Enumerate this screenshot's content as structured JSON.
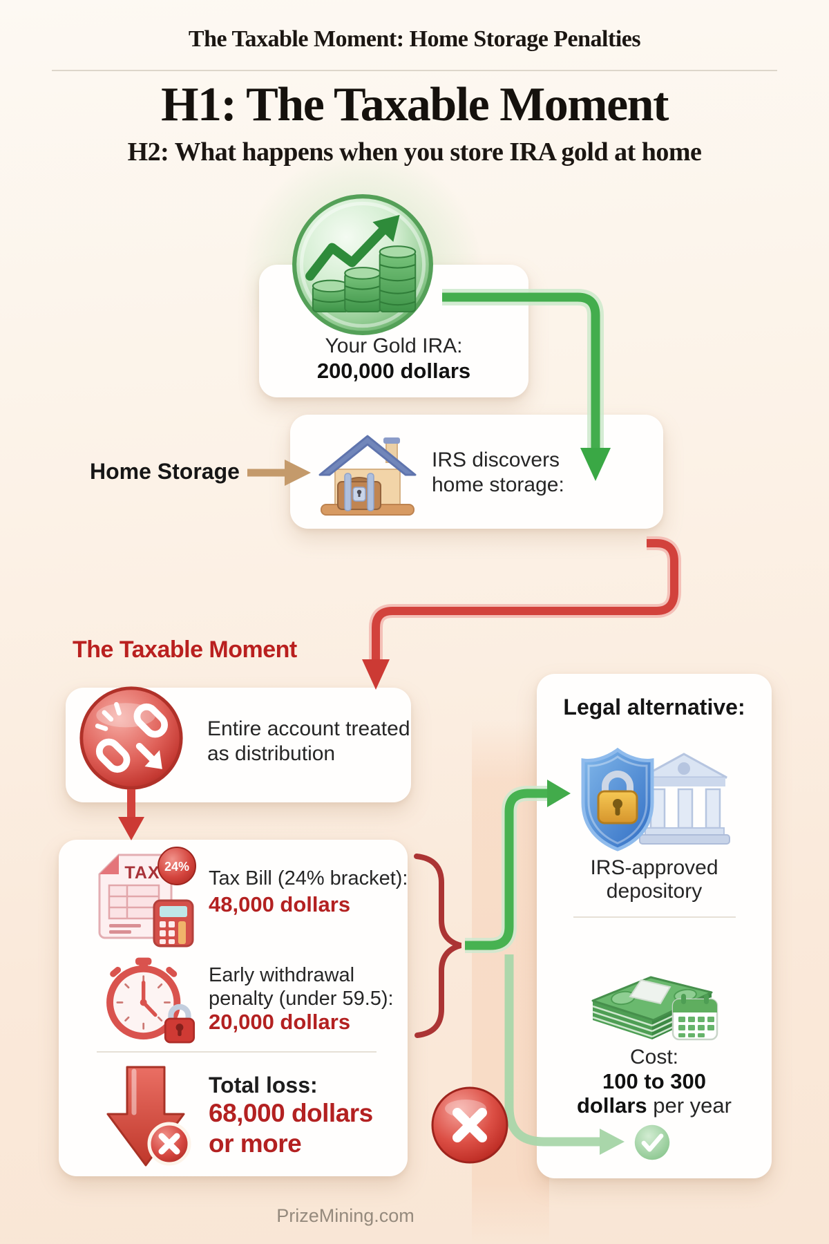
{
  "header": {
    "kicker": "The Taxable Moment: Home Storage Penalties",
    "h1": "H1: The Taxable Moment",
    "h2": "H2: What happens when you store IRA gold at home"
  },
  "flow": {
    "gold_ira_card": {
      "line1": "Your Gold IRA:",
      "line2": "200,000 dollars"
    },
    "home_storage_label": "Home Storage",
    "irs_card": {
      "line1": "IRS discovers",
      "line2": "home storage:"
    },
    "taxable_moment_label": "The Taxable Moment",
    "distribution_card": {
      "line1": "Entire account treated",
      "line2": "as distribution"
    },
    "tax_bill": {
      "doc_label": "TAX",
      "badge": "24%",
      "label": "Tax Bill (24% bracket):",
      "amount": "48,000 dollars"
    },
    "penalty": {
      "line1": "Early withdrawal",
      "line2": "penalty (under 59.5):",
      "amount": "20,000 dollars"
    },
    "total_loss": {
      "label": "Total loss:",
      "amount": "68,000 dollars",
      "suffix": "or more"
    }
  },
  "legal": {
    "title": "Legal alternative:",
    "depository_line1": "IRS-approved",
    "depository_line2": "depository",
    "cost_label": "Cost:",
    "cost_range": "100 to 300",
    "cost_unit_bold": "dollars",
    "cost_unit_rest": " per year"
  },
  "footer": {
    "brand": "PrizeMining.com"
  },
  "colors": {
    "accent_green": "#43ad4d",
    "accent_red": "#c9332d",
    "amount_red": "#b32121",
    "background": "#fbf0e4"
  }
}
